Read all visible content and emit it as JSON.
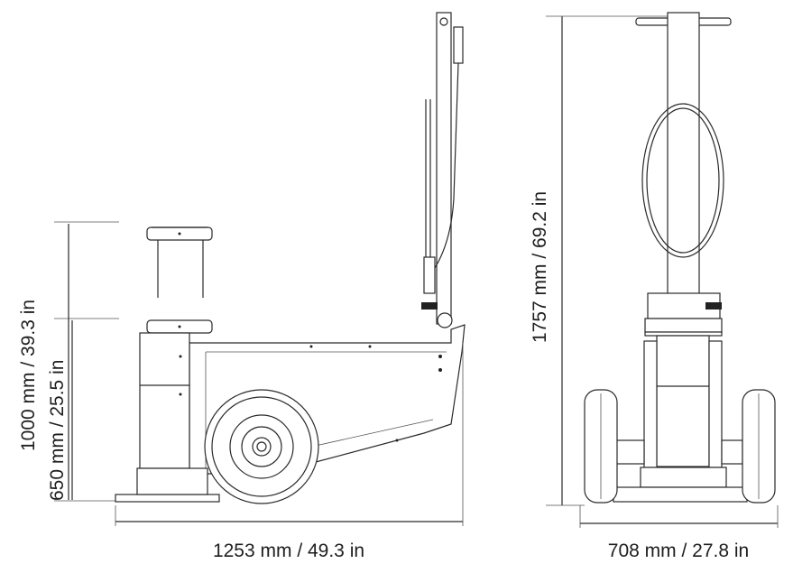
{
  "title": "Jack dimensions drawing",
  "dimensions": {
    "max_height": "1000 mm / 39.3 in",
    "min_height": "650 mm / 25.5 in",
    "total_height": "1757 mm / 69.2 in",
    "length": "1253 mm / 49.3 in",
    "width": "708 mm / 27.8 in"
  },
  "colors": {
    "line": "#2a2a2a",
    "text": "#1e1e1e"
  }
}
